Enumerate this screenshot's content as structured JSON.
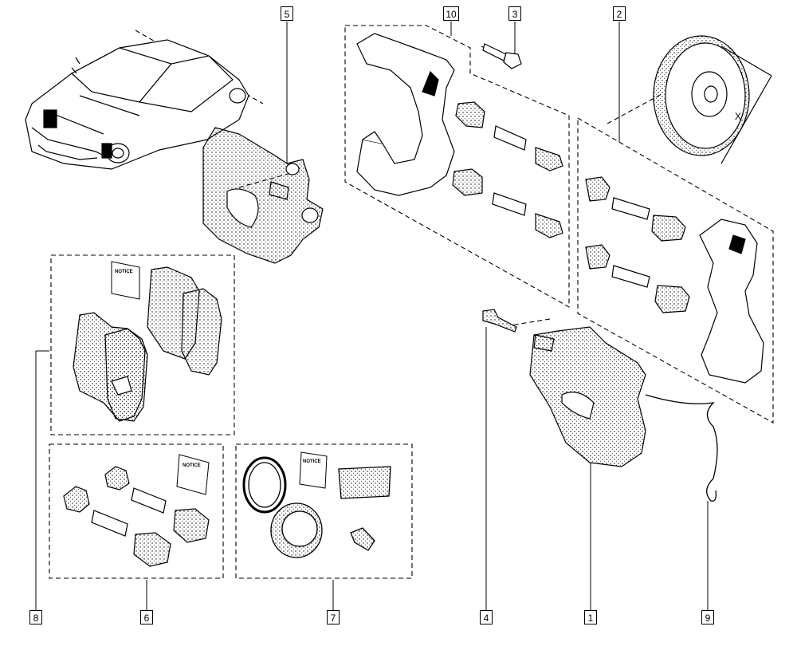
{
  "diagram": {
    "callouts": [
      "5",
      "10",
      "3",
      "2",
      "8",
      "6",
      "7",
      "4",
      "1",
      "9"
    ],
    "dimension_label": "X",
    "notice_label": "NOTICE"
  }
}
